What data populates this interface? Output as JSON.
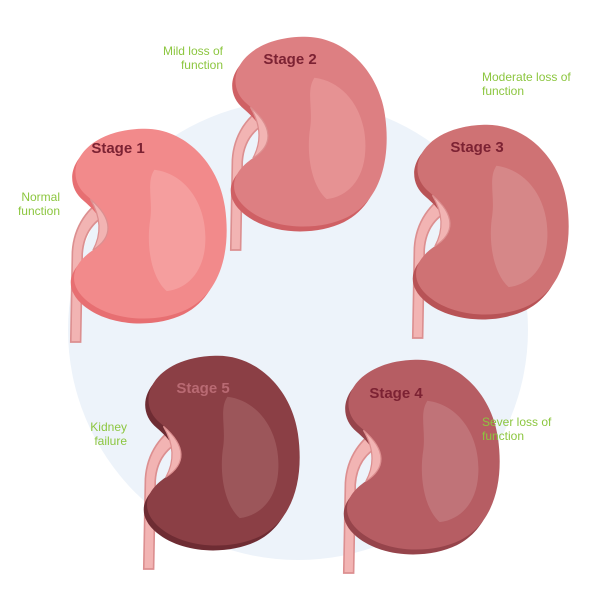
{
  "stages": [
    {
      "title": "Stage 1",
      "desc_line1": "Normal",
      "desc_line2": "function",
      "colors": {
        "base": "#f28a8b",
        "light": "#f6a1a1",
        "dark": "#e76f72",
        "label": "#7c2233"
      }
    },
    {
      "title": "Stage 2",
      "desc_line1": "Mild loss of",
      "desc_line2": "function",
      "colors": {
        "base": "#dd7f82",
        "light": "#e79597",
        "dark": "#cf6064",
        "label": "#7c2233"
      }
    },
    {
      "title": "Stage 3",
      "desc_line1": "Moderate loss of",
      "desc_line2": "function",
      "colors": {
        "base": "#cf7274",
        "light": "#d78b8c",
        "dark": "#b85356",
        "label": "#7c2233"
      }
    },
    {
      "title": "Stage 4",
      "desc_line1": "Sever loss of",
      "desc_line2": "function",
      "colors": {
        "base": "#b65d63",
        "light": "#c2777b",
        "dark": "#96444b",
        "label": "#7c2233"
      }
    },
    {
      "title": "Stage 5",
      "desc_line1": "Kidney",
      "desc_line2": "failure",
      "colors": {
        "base": "#8b3f45",
        "light": "#9f5a5e",
        "dark": "#6e2c33",
        "label": "#b96a73"
      }
    }
  ],
  "ureter_colors": {
    "fill": "#f2b4b3",
    "edge": "#dc8f90"
  },
  "circle_color": "#edf3fa",
  "label_color": "#8cc63f"
}
